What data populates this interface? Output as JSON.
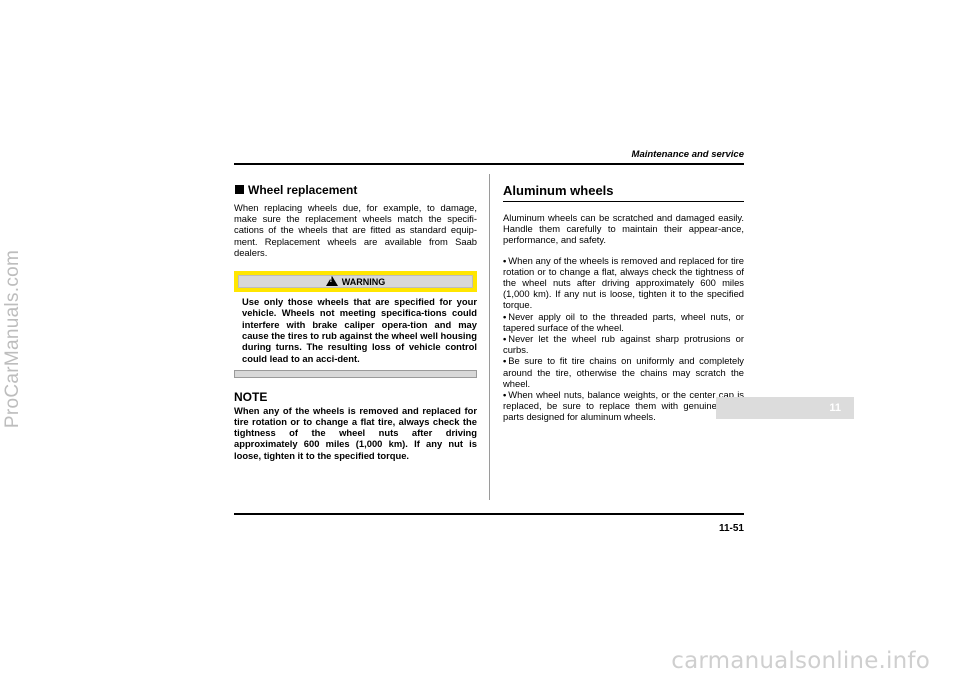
{
  "header": {
    "title": "Maintenance and service"
  },
  "watermarks": {
    "side": "ProCarManuals.com",
    "bottom": "carmanualsonline.info"
  },
  "left": {
    "heading": "Wheel replacement",
    "body": "When replacing wheels due, for example, to damage, make sure the replacement wheels match the specifi-cations of the wheels that are fitted as standard equip-ment. Replacement wheels are available from Saab dealers.",
    "warning": {
      "label": "WARNING",
      "text": "Use only those wheels that are specified for your vehicle. Wheels not meeting specifica-tions could interfere with brake caliper opera-tion and may cause the tires to rub against the wheel well housing during turns. The resulting loss of vehicle control could lead to an acci-dent."
    },
    "note": {
      "title": "NOTE",
      "text": "When any of the wheels is removed and replaced for tire rotation or to change a flat tire, always check the tightness of the wheel nuts after driving approximately 600 miles (1,000 km). If any nut is loose, tighten it to the specified torque."
    }
  },
  "right": {
    "heading": "Aluminum wheels",
    "intro": "Aluminum wheels can be scratched and damaged easily. Handle them carefully to maintain their appear-ance, performance, and safety.",
    "bullets": [
      "When any of the wheels is removed and replaced for tire rotation or to change a flat, always check the tightness of the wheel nuts after driving approximately 600 miles (1,000 km). If any nut is loose, tighten it to the specified torque.",
      "Never apply oil to the threaded parts, wheel nuts, or tapered surface of the wheel.",
      "Never let the wheel rub against sharp protrusions or curbs.",
      "Be sure to fit tire chains on uniformly and completely around the tire, otherwise the chains may scratch the wheel.",
      "When wheel nuts, balance weights, or the center cap is replaced, be sure to replace them with genuine Saab parts designed for aluminum wheels."
    ]
  },
  "chapter_tab": "11",
  "page_number": "11-51",
  "icons": {
    "warning": "warning-triangle-icon",
    "bullet": "bullet-dot-icon",
    "section": "square-bullet-icon"
  },
  "colors": {
    "warning_banner": "#ffe600",
    "tab": "#dcdcdc"
  }
}
